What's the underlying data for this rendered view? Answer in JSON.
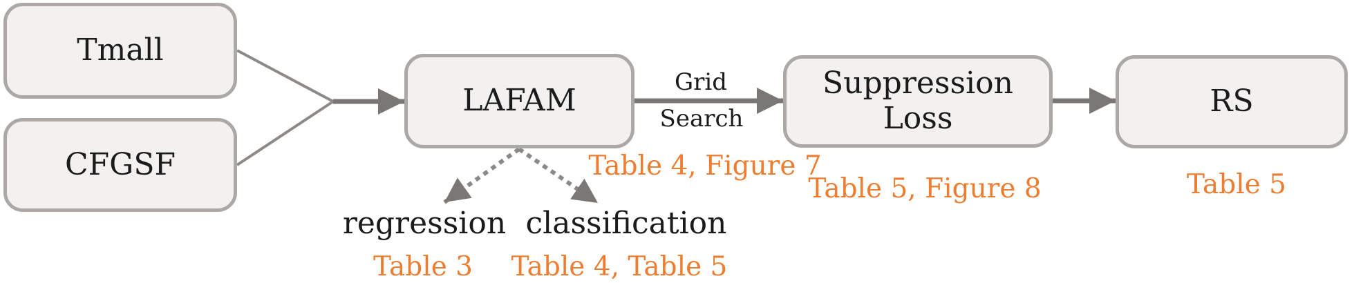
{
  "diagram": {
    "nodes": {
      "tmall": {
        "label": "Tmall"
      },
      "cfgsf": {
        "label": "CFGSF"
      },
      "lafam": {
        "label": "LAFAM"
      },
      "suppression_loss": {
        "line1": "Suppression",
        "line2": "Loss"
      },
      "rs": {
        "label": "RS"
      }
    },
    "edge_label_grid_search": {
      "line1": "Grid",
      "line2": "Search"
    },
    "branches": {
      "regression": {
        "label": "regression",
        "annotation": "Table 3"
      },
      "classification": {
        "label": "classification",
        "annotation": "Table 4, Table 5"
      }
    },
    "annotations": {
      "lafam": "Table 4, Figure 7",
      "suppression_loss": "Table 5, Figure 8",
      "rs": "Table 5"
    },
    "colors": {
      "annotation_orange": "#ED7D31",
      "box_fill": "#F2F1F0",
      "box_border": "#ABA8A5",
      "arrow_gray": "#7B7774",
      "line_gray": "#8C8986",
      "text_black": "#1B1B1B"
    }
  }
}
